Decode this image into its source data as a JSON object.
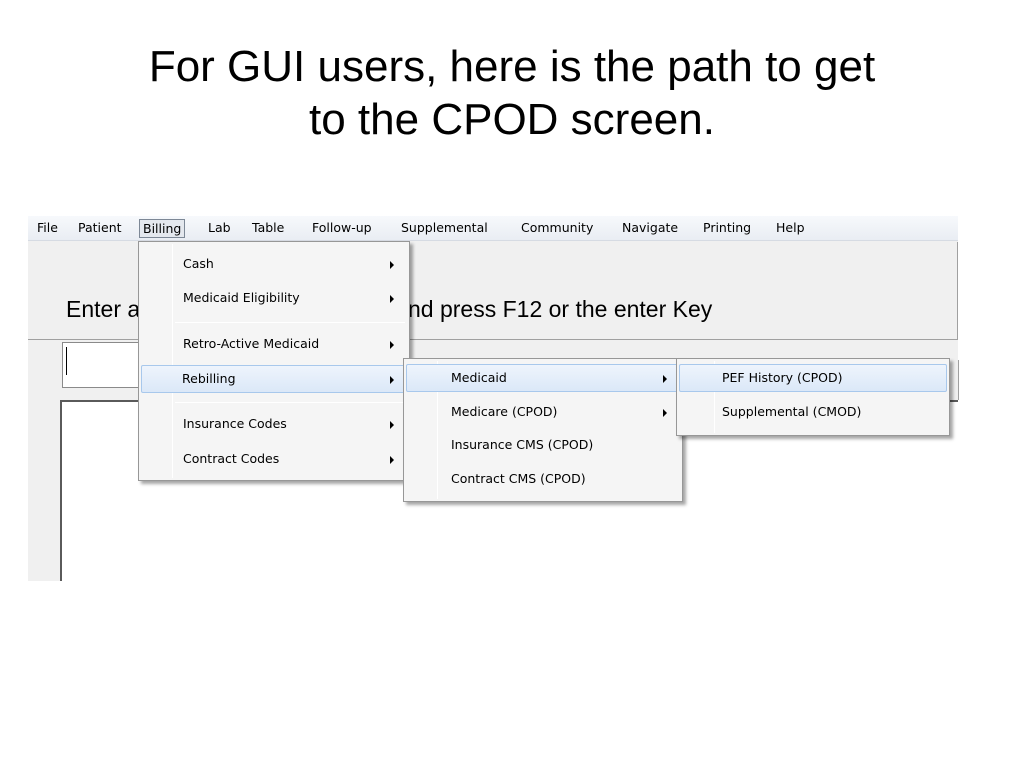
{
  "slide": {
    "title_line1": "For GUI users, here is the path to get",
    "title_line2": "to the CPOD screen."
  },
  "menubar": {
    "items": [
      "File",
      "Patient",
      "Billing",
      "Lab",
      "Table",
      "Follow-up",
      "Supplemental",
      "Community",
      "Navigate",
      "Printing",
      "Help"
    ],
    "open_item": "Billing"
  },
  "app": {
    "prompt_left": "Enter a",
    "prompt_right": "nd press F12 or the enter Key"
  },
  "billing_menu": {
    "items": [
      "Cash",
      "Medicaid Eligibility",
      "Retro-Active Medicaid",
      "Rebilling",
      "Insurance Codes",
      "Contract Codes"
    ],
    "highlighted": "Rebilling"
  },
  "rebilling_menu": {
    "items": [
      "Medicaid",
      "Medicare (CPOD)",
      "Insurance CMS (CPOD)",
      "Contract CMS (CPOD)"
    ],
    "highlighted": "Medicaid"
  },
  "medicaid_menu": {
    "items": [
      "PEF History (CPOD)",
      "Supplemental (CMOD)"
    ],
    "highlighted": "PEF History (CPOD)"
  },
  "colors": {
    "highlight_fill": "#dbe8f8",
    "highlight_border": "#a8c8ec",
    "menu_bg": "#f5f5f5",
    "window_bg": "#f0f0f0"
  }
}
